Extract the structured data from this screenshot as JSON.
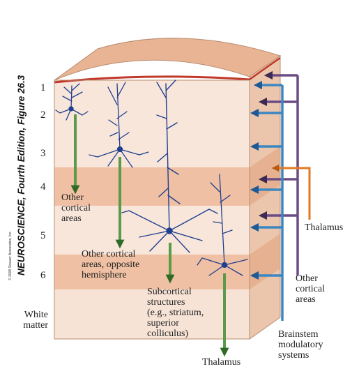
{
  "figure": {
    "source_caption": "NEUROSCIENCE, Fourth Edition, Figure 26.3",
    "copyright": "© 2008 Sinauer Associates, Inc."
  },
  "layers": {
    "numbers": [
      "1",
      "2",
      "3",
      "4",
      "5",
      "6"
    ],
    "white_matter": "White\nmatter"
  },
  "outputs": {
    "layer23": "Other\ncortical\nareas",
    "layer3": "Other cortical\nareas, opposite\nhemisphere",
    "layer5": "Subcortical\nstructures\n(e.g., striatum,\nsuperior\ncolliculus)",
    "layer6": "Thalamus"
  },
  "inputs": {
    "thalamus": "Thalamus",
    "other_cortical": "Other\ncortical\nareas",
    "brainstem": "Brainstem\nmodulatory\nsystems"
  },
  "colors": {
    "layer_light": "#f9e6da",
    "layer_dark": "#efc0a3",
    "side_face": "#ecc6ac",
    "top_face": "#e9b493",
    "pia_red": "#c0392b",
    "neuron_blue": "#1f3f8f",
    "output_green": "#5a9a4a",
    "input_blue": "#3c87c2",
    "input_purple": "#6b4c85",
    "input_orange": "#e07a22"
  }
}
